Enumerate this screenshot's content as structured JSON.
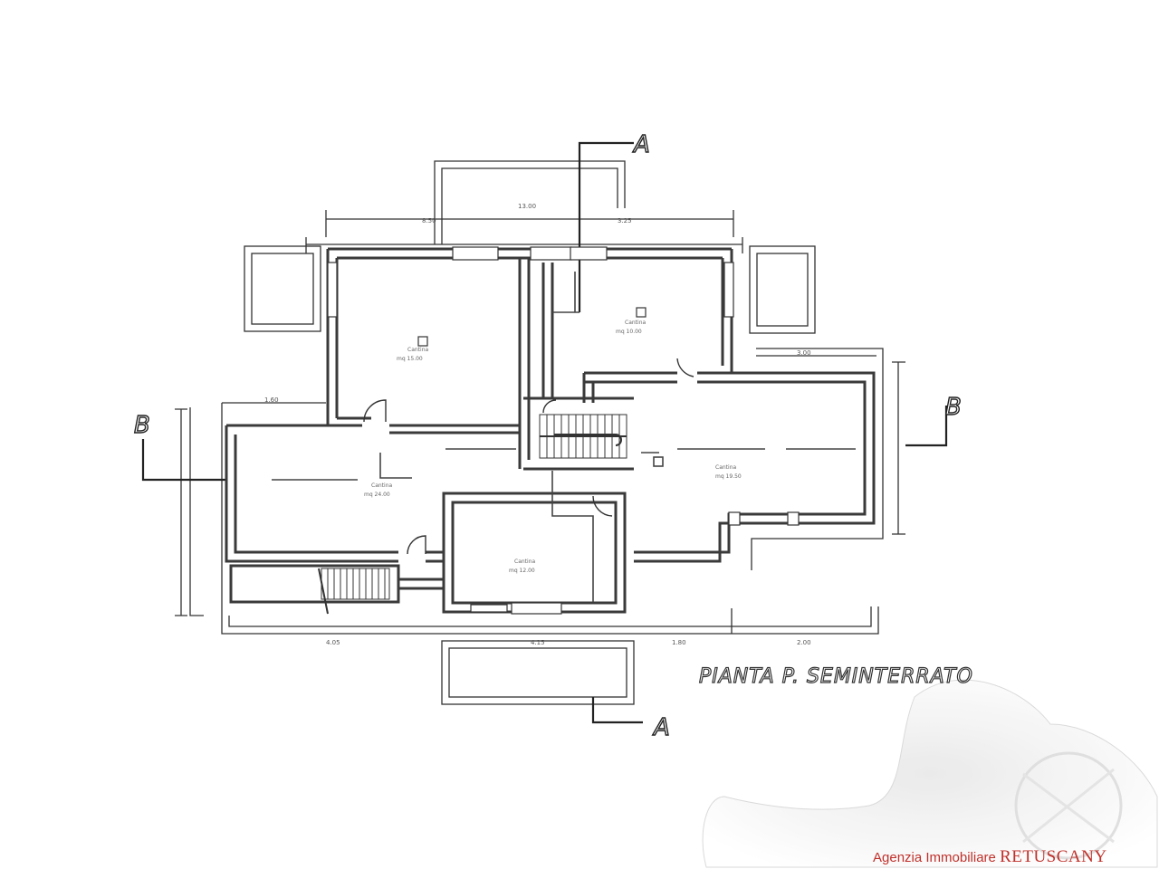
{
  "plan": {
    "title": "PIANTA P. SEMINTERRATO",
    "section_marks": {
      "a_top": "A",
      "a_bottom": "A",
      "b_left": "B",
      "b_right": "B"
    },
    "dimensions": {
      "top_total": "13.00",
      "top_left": "8.50",
      "top_right": "3.25",
      "right_side": "3.00",
      "left_side": "1.60",
      "bottom_left": "4.05",
      "bottom_mid": "4.15",
      "bottom_right_a": "1.80",
      "bottom_right_b": "2.00"
    },
    "rooms": [
      {
        "name": "Cantina",
        "area": "mq 15.00"
      },
      {
        "name": "Cantina",
        "area": "mq 10.00"
      },
      {
        "name": "Cantina",
        "area": "mq 19.50"
      },
      {
        "name": "Cantina",
        "area": "mq 24.00"
      },
      {
        "name": "Cantina",
        "area": "mq 12.00"
      }
    ]
  },
  "watermark": {
    "brand_prefix": "Agenzia Immobiliare",
    "brand_name": "RETUSCANY"
  }
}
